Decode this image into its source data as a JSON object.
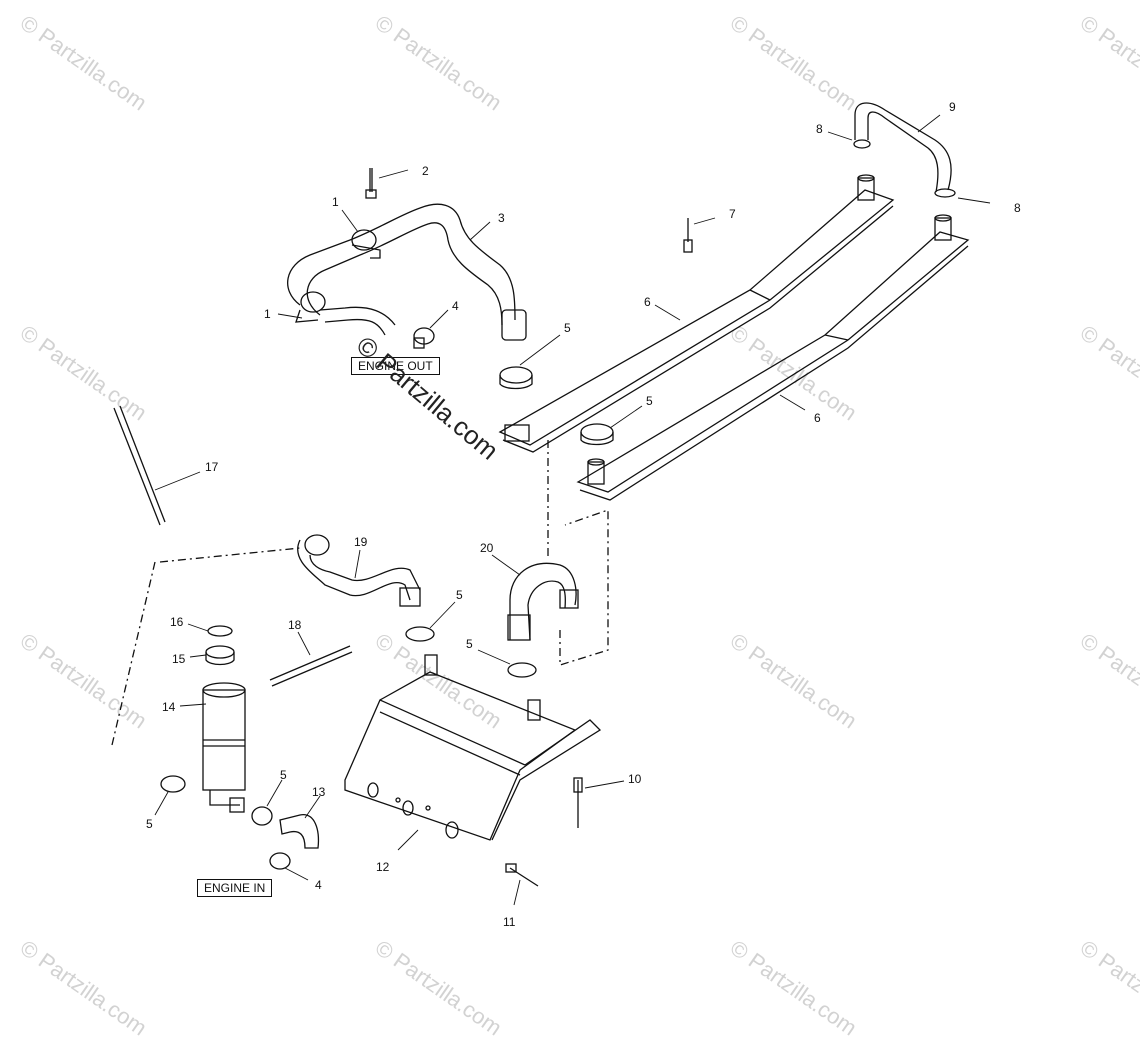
{
  "watermark": "© Partzilla.com",
  "center_watermark": "© Partzilla.com",
  "labels": {
    "engine_out": "ENGINE OUT",
    "engine_in": "ENGINE IN"
  },
  "callouts": {
    "c1a": "1",
    "c1b": "1",
    "c2": "2",
    "c3": "3",
    "c4a": "4",
    "c4b": "4",
    "c5a": "5",
    "c5b": "5",
    "c5c": "5",
    "c5d": "5",
    "c5e": "5",
    "c5f": "5",
    "c6a": "6",
    "c6b": "6",
    "c7": "7",
    "c8a": "8",
    "c8b": "8",
    "c9": "9",
    "c10": "10",
    "c11": "11",
    "c12": "12",
    "c13": "13",
    "c14": "14",
    "c15": "15",
    "c16": "16",
    "c17": "17",
    "c18": "18",
    "c19": "19",
    "c20": "20"
  }
}
